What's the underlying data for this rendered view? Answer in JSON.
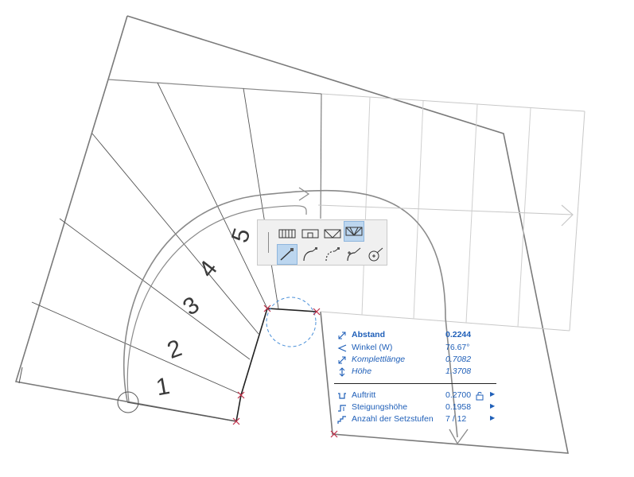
{
  "drawing": {
    "step_numbers": [
      "1",
      "2",
      "3",
      "4",
      "5"
    ],
    "line_color": "#6b6b6b",
    "light_line_color": "#c8c8c8",
    "marker_color": "#c0304a",
    "dashed_circle_color": "#4a90d9"
  },
  "pet_palette": {
    "row1_icons": [
      "stair-tread-icon",
      "stair-landing-icon",
      "stair-winder-icon",
      "stair-all-winders-icon"
    ],
    "row2_icons": [
      "straight-segment-icon",
      "arc-segment-icon",
      "arc-tangent-icon",
      "curve-offset-icon",
      "center-point-icon"
    ],
    "selected": [
      "stair-all-winders-icon",
      "straight-segment-icon"
    ]
  },
  "tracker": {
    "rows": [
      {
        "label": "Abstand",
        "value": "0.2244",
        "icon": "distance-icon",
        "style": "bold"
      },
      {
        "label": "Winkel (W)",
        "value": "76.67°",
        "icon": "angle-icon",
        "style": "normal"
      },
      {
        "label": "Komplettlänge",
        "value": "0.7082",
        "icon": "total-length-icon",
        "style": "italic"
      },
      {
        "label": "Höhe",
        "value": "1.3708",
        "icon": "height-icon",
        "style": "italic"
      }
    ],
    "rows2": [
      {
        "label": "Auftritt",
        "value": "0.2700",
        "icon": "tread-icon",
        "lock": true
      },
      {
        "label": "Steigungshöhe",
        "value": "0.1958",
        "icon": "riser-icon",
        "lock": false
      },
      {
        "label": "Anzahl der Setzstufen",
        "value": "7 / 12",
        "icon": "riser-count-icon",
        "lock": false
      }
    ],
    "accent": "#1f5fb8"
  }
}
